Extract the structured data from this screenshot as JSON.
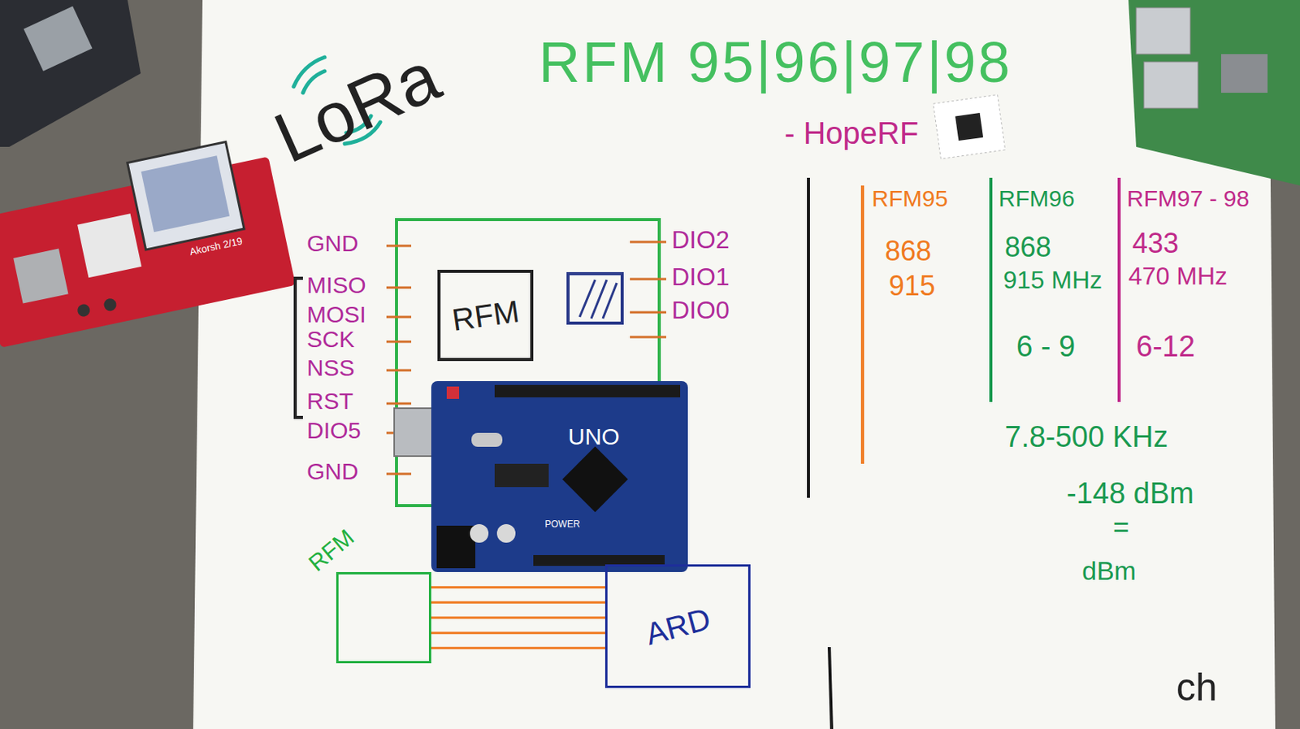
{
  "diagram": {
    "title": "RFM 95|96|97|98",
    "nodes": [
      {
        "text": [
          "RFM"
        ]
      },
      {
        "text": [
          "RFM"
        ]
      },
      {
        "text": [
          "ARD"
        ]
      }
    ],
    "edges": [
      {
        "from": 1,
        "to": 2,
        "arrow": "none"
      },
      {
        "from": 1,
        "to": 2,
        "arrow": "none"
      },
      {
        "from": 1,
        "to": 2,
        "arrow": "none"
      },
      {
        "from": 1,
        "to": 2,
        "arrow": "none"
      },
      {
        "from": 1,
        "to": 2,
        "arrow": "none"
      }
    ],
    "labels": [
      "LoRa",
      "- HopeRF",
      "GND",
      "MISO",
      "MOSI",
      "SCK",
      "NSS",
      "RST",
      "DIO5",
      "GND",
      "DIO2",
      "DIO1",
      "DIO0",
      "RFM95",
      "RFM96",
      "RFM97 - 98",
      "868",
      "915",
      "868",
      "915 MHz",
      "433",
      "470 MHz",
      "6 - 9",
      "6-12",
      "7.8-500 KHz",
      "-148 dBm",
      "=",
      "dBm",
      "UNO",
      "POWER",
      "Akorsh 2/19",
      "ch"
    ]
  }
}
